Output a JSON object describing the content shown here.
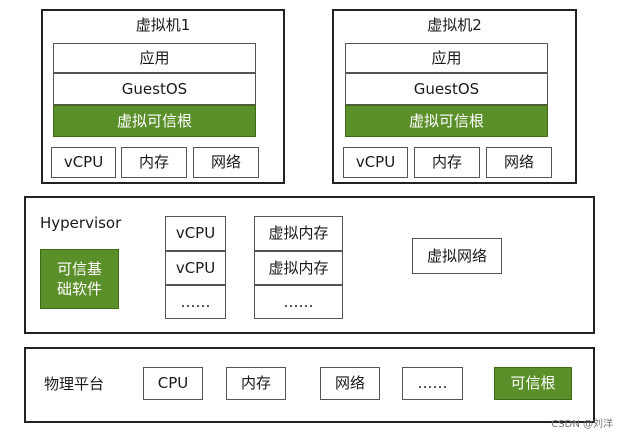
{
  "vm1": {
    "title": "虚拟机1",
    "layers": [
      "应用",
      "GuestOS"
    ],
    "trusted_root": "虚拟可信根",
    "resources": [
      "vCPU",
      "内存",
      "网络"
    ]
  },
  "vm2": {
    "title": "虚拟机2",
    "layers": [
      "应用",
      "GuestOS"
    ],
    "trusted_root": "虚拟可信根",
    "resources": [
      "vCPU",
      "内存",
      "网络"
    ]
  },
  "hypervisor": {
    "title": "Hypervisor",
    "trusted_base": [
      "可信基",
      "础软件"
    ],
    "vcpu_column": [
      "vCPU",
      "vCPU",
      "……"
    ],
    "vmem_column": [
      "虚拟内存",
      "虚拟内存",
      "……"
    ],
    "vnet": "虚拟网络"
  },
  "platform": {
    "title": "物理平台",
    "items": [
      "CPU",
      "内存",
      "网络",
      "……"
    ],
    "trusted_root": "可信根"
  },
  "watermark": "CSDN @刘洋",
  "colors": {
    "green": "#5b8f2a",
    "border": "#222222"
  }
}
